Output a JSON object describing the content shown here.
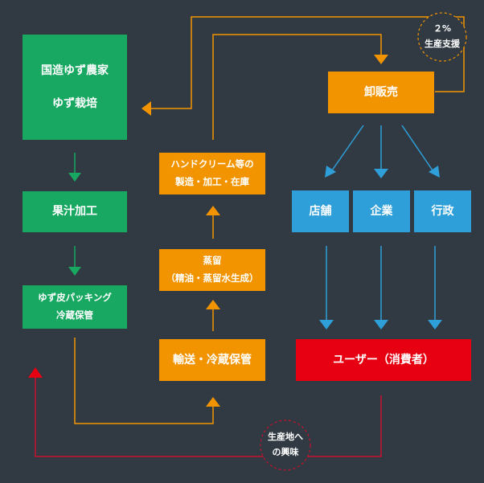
{
  "nodes": {
    "farmer_line1": "国造ゆず農家",
    "farmer_line2": "ゆず栽培",
    "juice": "果汁加工",
    "peel_line1": "ゆず皮パッキング",
    "peel_line2": "冷蔵保管",
    "handcream_line1": "ハンドクリーム等の",
    "handcream_line2": "製造・加工・在庫",
    "distill_line1": "蒸留",
    "distill_line2": "（精油・蒸留水生成）",
    "transport": "輸送・冷蔵保管",
    "wholesale": "卸販売",
    "store": "店舗",
    "company": "企業",
    "government": "行政",
    "user": "ユーザー（消費者）"
  },
  "badges": {
    "support_line1": "２%",
    "support_line2": "生産支援",
    "interest_line1": "生産地へ",
    "interest_line2": "の興味"
  },
  "colors": {
    "background": "#313a42",
    "green": "#19a862",
    "orange": "#f29400",
    "blue": "#2e9fd9",
    "red": "#e60012",
    "feedback_line": "#c8102e"
  }
}
